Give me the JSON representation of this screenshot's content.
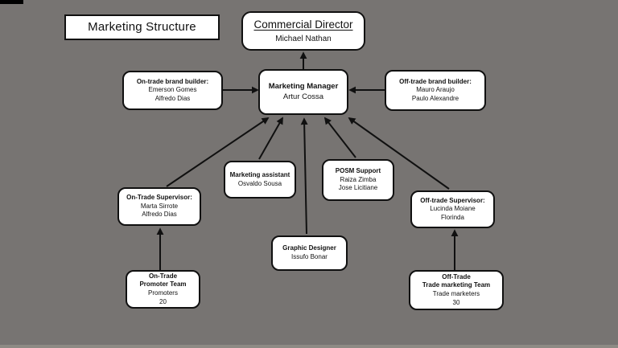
{
  "canvas": {
    "background": "#777472",
    "box_fill": "#ffffff",
    "line_color": "#101010"
  },
  "title_box": {
    "label": "Marketing Structure"
  },
  "nodes": {
    "commercial_director": {
      "title": "Commercial Director",
      "lines": [
        "Michael Nathan"
      ]
    },
    "marketing_manager": {
      "title": "Marketing Manager",
      "lines": [
        "Artur Cossa"
      ]
    },
    "on_trade_brand_builder": {
      "title": "On-trade brand builder:",
      "lines": [
        "Emerson Gomes",
        "Alfredo Dias"
      ]
    },
    "off_trade_brand_builder": {
      "title": "Off-trade brand builder:",
      "lines": [
        "Mauro Araujo",
        "Paulo Alexandre"
      ]
    },
    "on_trade_supervisor": {
      "title": "On-Trade Supervisor:",
      "lines": [
        "Marta Sirrote",
        "Alfredo Dias"
      ]
    },
    "marketing_assistant": {
      "title": "Marketing assistant",
      "lines": [
        "Osvaldo Sousa"
      ]
    },
    "posm_support": {
      "title": "POSM Support",
      "lines": [
        "Raiza Zimba",
        "Jose Licitiane"
      ]
    },
    "off_trade_supervisor": {
      "title": "Off-trade Supervisor:",
      "lines": [
        "Lucinda Moiane",
        "Florinda"
      ]
    },
    "graphic_designer": {
      "title": "Graphic Designer",
      "lines": [
        "Issufo Bonar"
      ]
    },
    "on_trade_promoter_team": {
      "title": "On-Trade",
      "title2": "Promoter Team",
      "lines": [
        "Promoters",
        "20"
      ]
    },
    "off_trade_marketing_team": {
      "title": "Off-Trade",
      "title2": "Trade marketing Team",
      "lines": [
        "Trade marketers",
        "30"
      ]
    }
  },
  "edges": [
    {
      "from": "marketing_manager",
      "to": "commercial_director"
    },
    {
      "from": "on_trade_brand_builder",
      "to": "marketing_manager"
    },
    {
      "from": "off_trade_brand_builder",
      "to": "marketing_manager"
    },
    {
      "from": "on_trade_supervisor",
      "to": "marketing_manager"
    },
    {
      "from": "marketing_assistant",
      "to": "marketing_manager"
    },
    {
      "from": "graphic_designer",
      "to": "marketing_manager"
    },
    {
      "from": "posm_support",
      "to": "marketing_manager"
    },
    {
      "from": "off_trade_supervisor",
      "to": "marketing_manager"
    },
    {
      "from": "on_trade_promoter_team",
      "to": "on_trade_supervisor"
    },
    {
      "from": "off_trade_marketing_team",
      "to": "off_trade_supervisor"
    }
  ]
}
